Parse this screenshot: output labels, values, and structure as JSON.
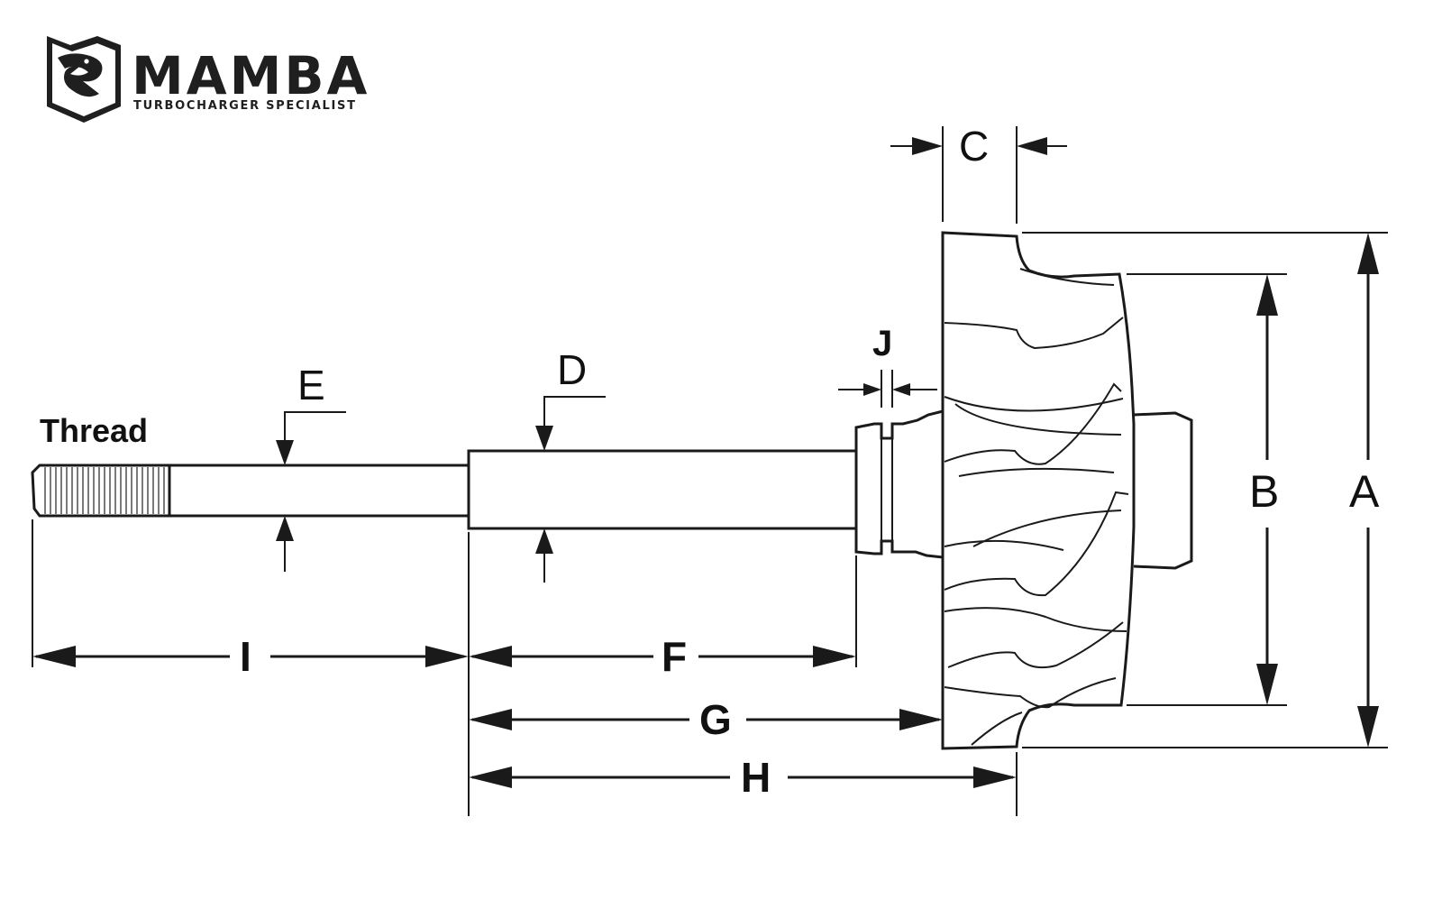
{
  "logo": {
    "brand": "MAMBA",
    "tagline": "TURBOCHARGER SPECIALIST",
    "icon": "snake-shield-icon"
  },
  "labels": {
    "thread": "Thread",
    "a": "A",
    "b": "B",
    "c": "C",
    "d": "D",
    "e": "E",
    "f": "F",
    "g": "G",
    "h": "H",
    "i": "I",
    "j": "J"
  },
  "colors": {
    "ink": "#1a1a1a",
    "background": "#ffffff"
  }
}
